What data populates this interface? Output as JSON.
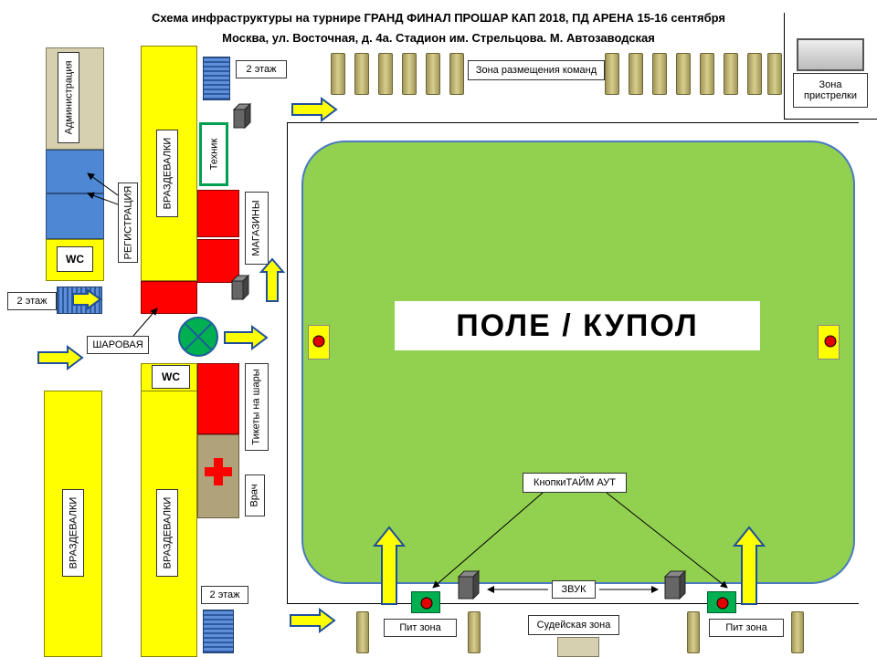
{
  "header": {
    "line1": "Схема инфраструктуры на турнире ГРАНД ФИНАЛ ПРОШАР КАП 2018, ПД АРЕНА 15-16 сентября",
    "line2": "Москва, ул. Восточная, д. 4а. Стадион им. Стрельцова. М. Автозаводская"
  },
  "labels": {
    "administration": "Администрация",
    "registration": "РЕГИСТРАЦИЯ",
    "wc_top": "WC",
    "wc_mid": "WC",
    "locker_top": "ВРАЗДЕВАЛКИ",
    "locker_bottom_right": "ВРАЗДЕВАЛКИ",
    "locker_bottom_left": "ВРАЗДЕВАЛКИ",
    "floor2_top": "2 этаж",
    "floor2_left": "2 этаж",
    "floor2_bottom": "2 этаж",
    "tech": "Техник",
    "shops": "МАГАЗИНЫ",
    "balls": "ШАРОВАЯ",
    "tickets": "Тикеты на шары",
    "doctor": "Врач",
    "team_zone": "Зона размещения команд",
    "shooting_zone": "Зона пристрелки",
    "field": "ПОЛЕ / КУПОЛ",
    "timeout_buttons": "КнопкиТАЙМ АУТ",
    "sound": "ЗВУК",
    "pit_left": "Пит зона",
    "pit_right": "Пит зона",
    "judges": "Судейская зона"
  },
  "colors": {
    "field": "#92d050",
    "locker": "#ffff00",
    "shop": "#ff0000",
    "registration": "#4e88d4",
    "tech_border": "#00a050",
    "balls_circle": "#00b050"
  },
  "icons": [
    "arrow-right-icon",
    "arrow-up-icon",
    "stairs-icon",
    "speaker-icon",
    "timeout-button-icon",
    "red-cross-icon",
    "balls-circle-icon"
  ]
}
